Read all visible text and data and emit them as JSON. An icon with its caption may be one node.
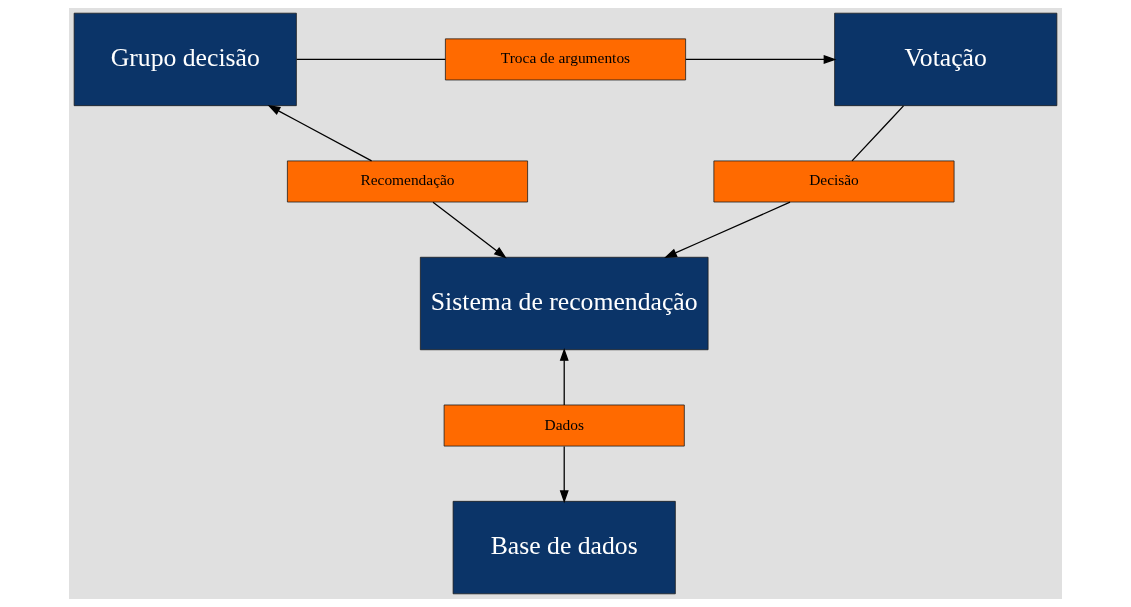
{
  "diagram": {
    "nodes": [
      {
        "text": [
          "Grupo decisão"
        ]
      },
      {
        "text": [
          "Troca de argumentos"
        ]
      },
      {
        "text": [
          "Votação"
        ]
      },
      {
        "text": [
          "Recomendação"
        ]
      },
      {
        "text": [
          "Decisão"
        ]
      },
      {
        "text": [
          "Sistema de recomendação"
        ]
      },
      {
        "text": [
          "Dados"
        ]
      },
      {
        "text": [
          "Base de dados"
        ]
      }
    ],
    "edges": [
      {
        "from": 0,
        "to": 1,
        "arrow": "none"
      },
      {
        "from": 1,
        "to": 2,
        "arrow": "to"
      },
      {
        "from": 3,
        "to": 0,
        "arrow": "to"
      },
      {
        "from": 3,
        "to": 5,
        "arrow": "to"
      },
      {
        "from": 2,
        "to": 4,
        "arrow": "none"
      },
      {
        "from": 4,
        "to": 5,
        "arrow": "to"
      },
      {
        "from": 6,
        "to": 5,
        "arrow": "to"
      },
      {
        "from": 6,
        "to": 7,
        "arrow": "to"
      }
    ]
  }
}
